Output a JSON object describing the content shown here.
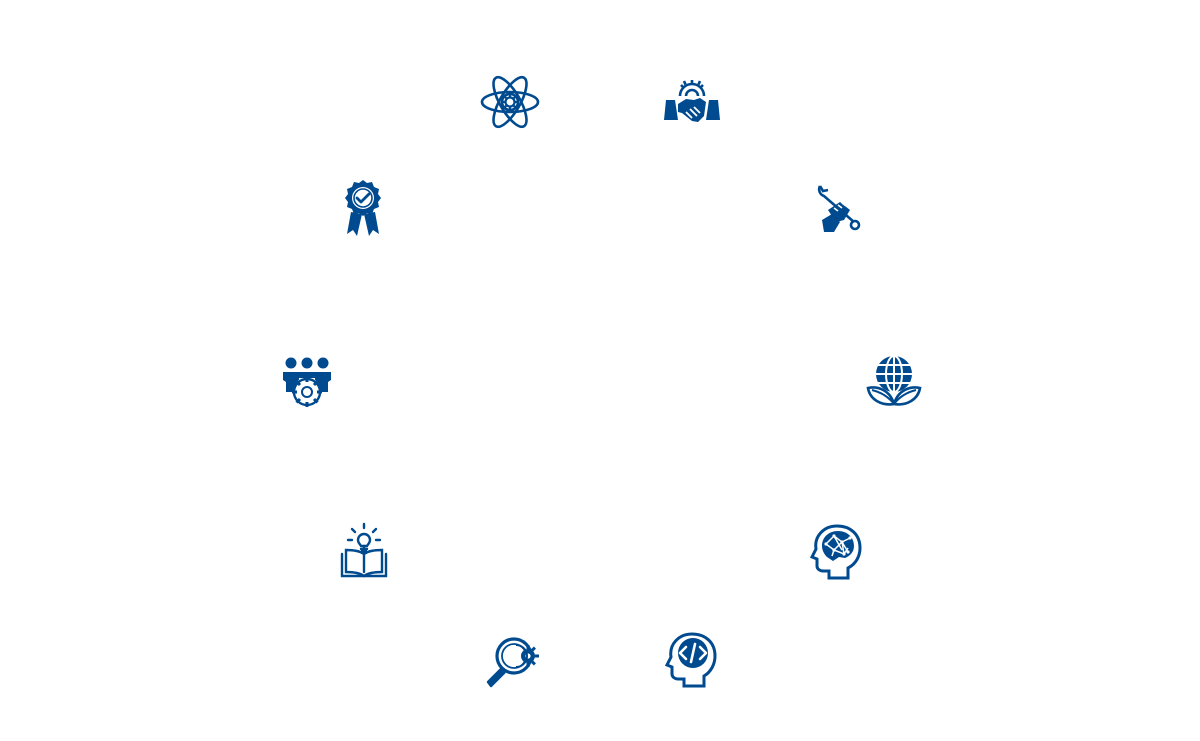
{
  "brand_color": "#004a8f",
  "icons": [
    {
      "id": "atom",
      "name": "atom-gear-icon"
    },
    {
      "id": "handshake",
      "name": "handshake-gear-icon"
    },
    {
      "id": "wrench",
      "name": "hand-wrench-icon"
    },
    {
      "id": "globe",
      "name": "eco-globe-icon"
    },
    {
      "id": "brain",
      "name": "ai-brain-head-icon"
    },
    {
      "id": "code",
      "name": "code-head-icon"
    },
    {
      "id": "research",
      "name": "magnifier-gear-icon"
    },
    {
      "id": "idea",
      "name": "book-lightbulb-icon"
    },
    {
      "id": "team",
      "name": "team-gear-icon"
    },
    {
      "id": "award",
      "name": "award-badge-icon"
    }
  ]
}
